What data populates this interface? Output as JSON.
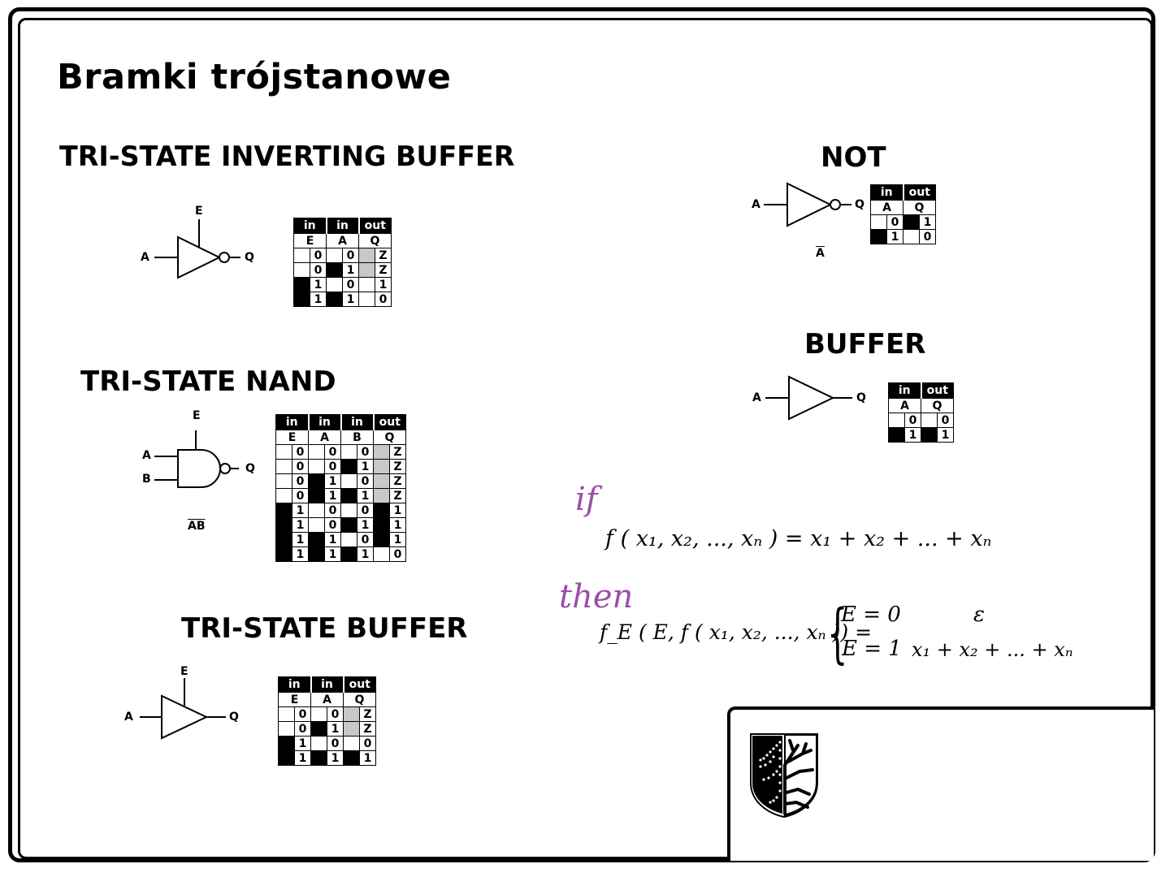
{
  "title": "Bramki trójstanowe",
  "headings": {
    "inverting_buffer": "TRI-STATE INVERTING BUFFER",
    "nand": "TRI-STATE NAND",
    "tristate_buffer": "TRI-STATE BUFFER",
    "not": "NOT",
    "buffer": "BUFFER"
  },
  "gate_labels": {
    "inv": {
      "e": "E",
      "a": "A",
      "q": "Q"
    },
    "nand": {
      "e": "E",
      "a": "A",
      "b": "B",
      "q": "Q",
      "expr": "AB"
    },
    "buf3": {
      "e": "E",
      "a": "A",
      "q": "Q"
    },
    "not": {
      "a": "A",
      "q": "Q",
      "expr": "A"
    },
    "buf": {
      "a": "A",
      "q": "Q"
    }
  },
  "tables": {
    "inv": {
      "groups": [
        "in",
        "in",
        "out"
      ],
      "columns": [
        "E",
        "A",
        "Q"
      ],
      "rows": [
        [
          "0",
          "0",
          "Z"
        ],
        [
          "0",
          "1",
          "Z"
        ],
        [
          "1",
          "0",
          "1"
        ],
        [
          "1",
          "1",
          "0"
        ]
      ],
      "marks": [
        [
          "w",
          "w",
          "g"
        ],
        [
          "w",
          "b",
          "g"
        ],
        [
          "b",
          "w",
          "w"
        ],
        [
          "b",
          "b",
          "w"
        ]
      ]
    },
    "nand": {
      "groups": [
        "in",
        "in",
        "in",
        "out"
      ],
      "columns": [
        "E",
        "A",
        "B",
        "Q"
      ],
      "rows": [
        [
          "0",
          "0",
          "0",
          "Z"
        ],
        [
          "0",
          "0",
          "1",
          "Z"
        ],
        [
          "0",
          "1",
          "0",
          "Z"
        ],
        [
          "0",
          "1",
          "1",
          "Z"
        ],
        [
          "1",
          "0",
          "0",
          "1"
        ],
        [
          "1",
          "0",
          "1",
          "1"
        ],
        [
          "1",
          "1",
          "0",
          "1"
        ],
        [
          "1",
          "1",
          "1",
          "0"
        ]
      ],
      "marks": [
        [
          "w",
          "w",
          "w",
          "g"
        ],
        [
          "w",
          "w",
          "b",
          "g"
        ],
        [
          "w",
          "b",
          "w",
          "g"
        ],
        [
          "w",
          "b",
          "b",
          "g"
        ],
        [
          "b",
          "w",
          "w",
          "b"
        ],
        [
          "b",
          "w",
          "b",
          "b"
        ],
        [
          "b",
          "b",
          "w",
          "b"
        ],
        [
          "b",
          "b",
          "b",
          "w"
        ]
      ]
    },
    "buf3": {
      "groups": [
        "in",
        "in",
        "out"
      ],
      "columns": [
        "E",
        "A",
        "Q"
      ],
      "rows": [
        [
          "0",
          "0",
          "Z"
        ],
        [
          "0",
          "1",
          "Z"
        ],
        [
          "1",
          "0",
          "0"
        ],
        [
          "1",
          "1",
          "1"
        ]
      ],
      "marks": [
        [
          "w",
          "w",
          "g"
        ],
        [
          "w",
          "b",
          "g"
        ],
        [
          "b",
          "w",
          "w"
        ],
        [
          "b",
          "b",
          "b"
        ]
      ]
    },
    "not": {
      "groups": [
        "in",
        "out"
      ],
      "columns": [
        "A",
        "Q"
      ],
      "rows": [
        [
          "0",
          "1"
        ],
        [
          "1",
          "0"
        ]
      ],
      "marks": [
        [
          "w",
          "b"
        ],
        [
          "b",
          "w"
        ]
      ]
    },
    "buf": {
      "groups": [
        "in",
        "out"
      ],
      "columns": [
        "A",
        "Q"
      ],
      "rows": [
        [
          "0",
          "0"
        ],
        [
          "1",
          "1"
        ]
      ],
      "marks": [
        [
          "w",
          "w"
        ],
        [
          "b",
          "b"
        ]
      ]
    }
  },
  "formula": {
    "if_word": "if",
    "then_word": "then",
    "line1": "f ( x₁, x₂, ..., xₙ ) = x₁ + x₂ + ... + xₙ",
    "line2_lhs": "f_E ( E, f ( x₁, x₂, ..., xₙ )) =",
    "case1_cond": "E = 0",
    "case1_val": "ε",
    "case2_cond": "E = 1",
    "case2_val": "x₁ + x₂ + ... + xₙ"
  },
  "colors": {
    "keyword": "#9b4ea8",
    "hi_z": "#c8c8c8",
    "ink": "#000000"
  }
}
